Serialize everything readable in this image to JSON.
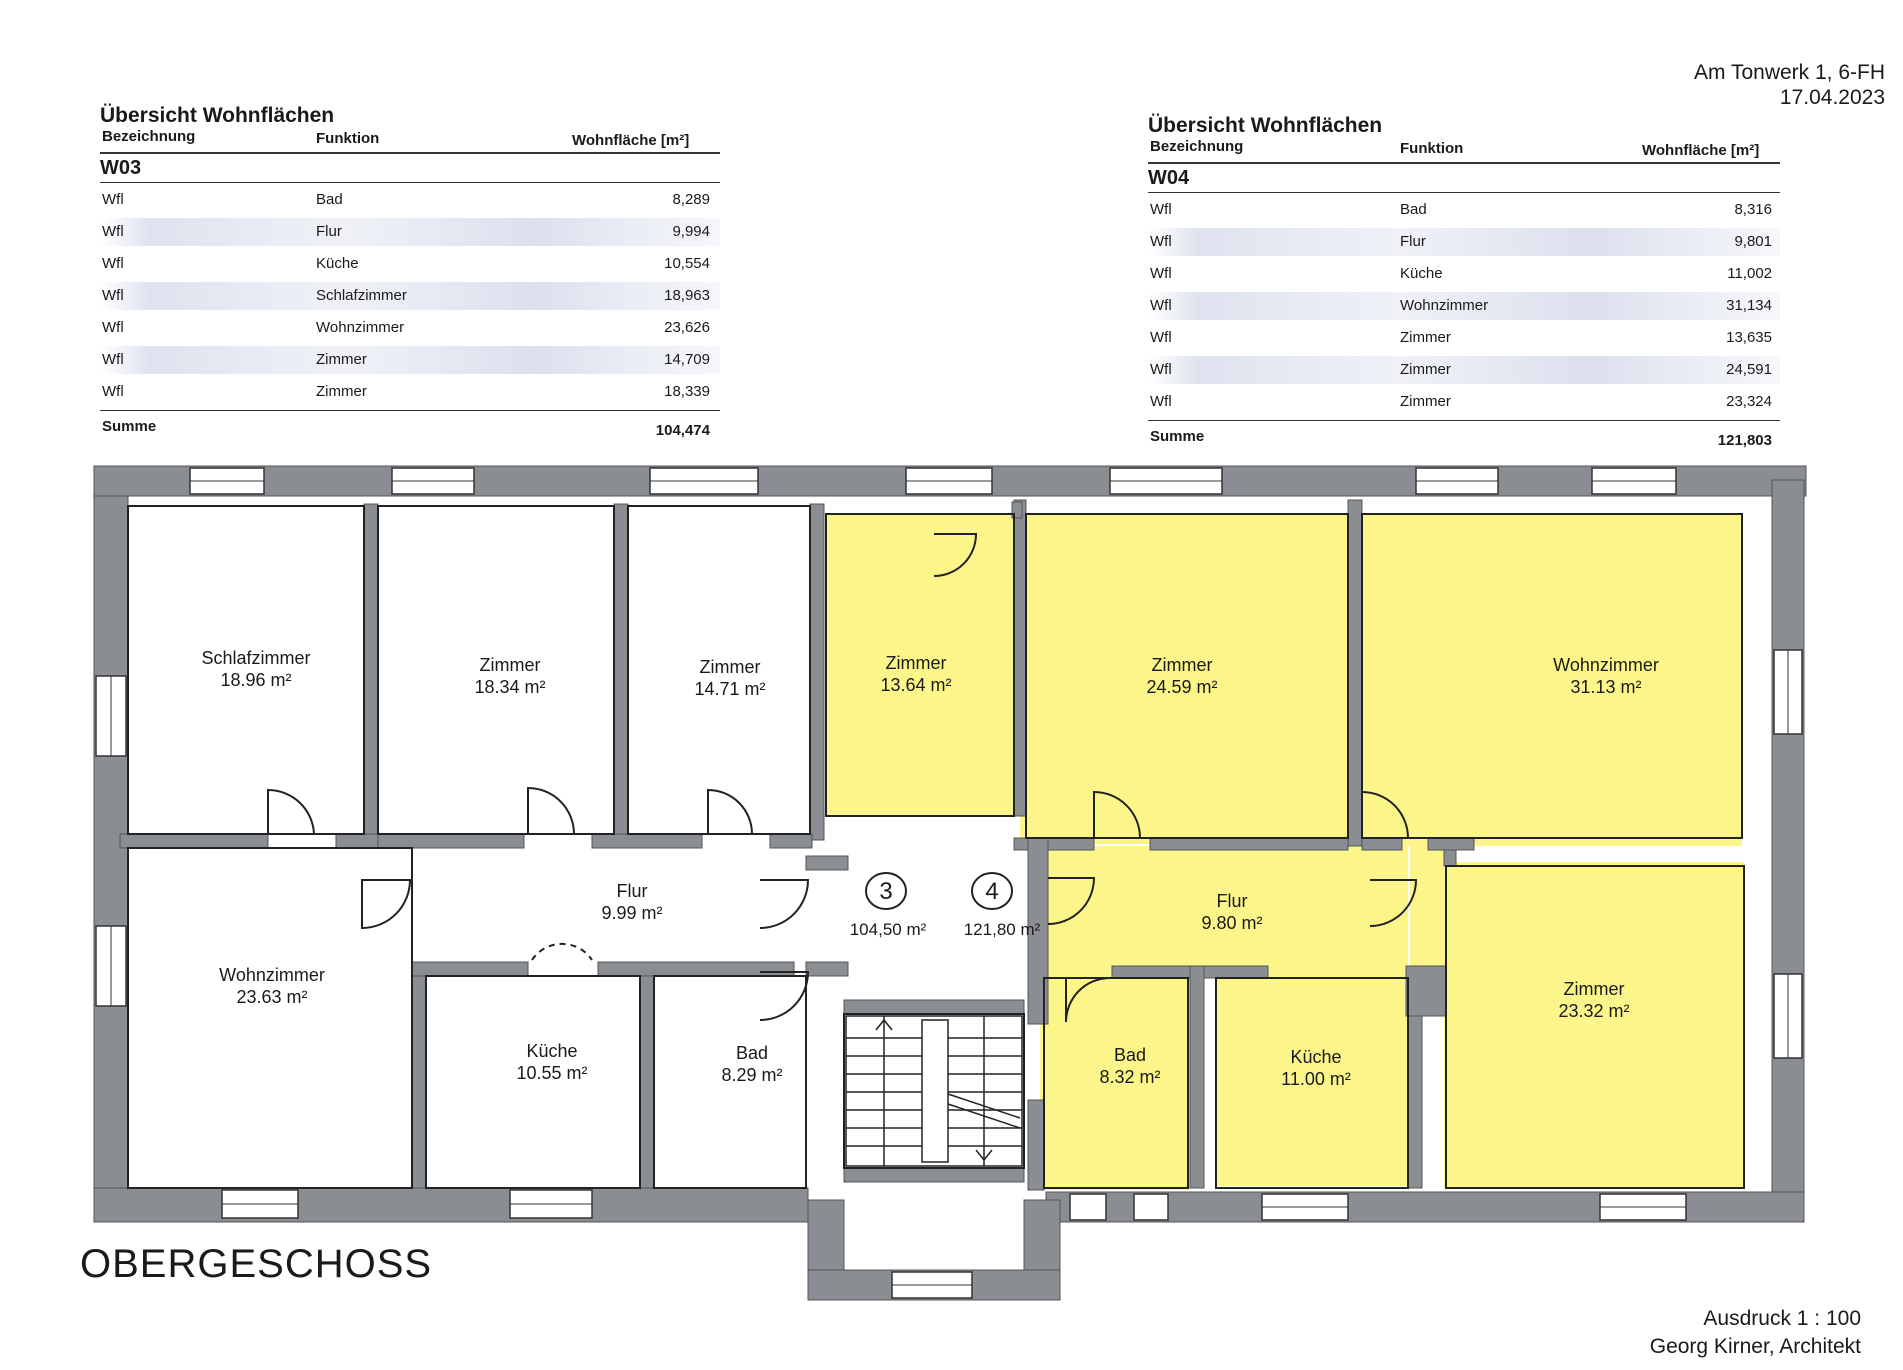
{
  "header": {
    "address": "Am Tonwerk 1, 6-FH",
    "date": "17.04.2023"
  },
  "tables": [
    {
      "title": "Übersicht Wohnflächen",
      "col_bezeichnung": "Bezeichnung",
      "col_funktion": "Funktion",
      "col_flaeche": "Wohnfläche [m²]",
      "unit": "W03",
      "rows": [
        {
          "bez": "Wfl",
          "funktion": "Bad",
          "flaeche": "8,289"
        },
        {
          "bez": "Wfl",
          "funktion": "Flur",
          "flaeche": "9,994"
        },
        {
          "bez": "Wfl",
          "funktion": "Küche",
          "flaeche": "10,554"
        },
        {
          "bez": "Wfl",
          "funktion": "Schlafzimmer",
          "flaeche": "18,963"
        },
        {
          "bez": "Wfl",
          "funktion": "Wohnzimmer",
          "flaeche": "23,626"
        },
        {
          "bez": "Wfl",
          "funktion": "Zimmer",
          "flaeche": "14,709"
        },
        {
          "bez": "Wfl",
          "funktion": "Zimmer",
          "flaeche": "18,339"
        }
      ],
      "sum_label": "Summe",
      "sum_value": "104,474"
    },
    {
      "title": "Übersicht Wohnflächen",
      "col_bezeichnung": "Bezeichnung",
      "col_funktion": "Funktion",
      "col_flaeche": "Wohnfläche [m²]",
      "unit": "W04",
      "rows": [
        {
          "bez": "Wfl",
          "funktion": "Bad",
          "flaeche": "8,316"
        },
        {
          "bez": "Wfl",
          "funktion": "Flur",
          "flaeche": "9,801"
        },
        {
          "bez": "Wfl",
          "funktion": "Küche",
          "flaeche": "11,002"
        },
        {
          "bez": "Wfl",
          "funktion": "Wohnzimmer",
          "flaeche": "31,134"
        },
        {
          "bez": "Wfl",
          "funktion": "Zimmer",
          "flaeche": "13,635"
        },
        {
          "bez": "Wfl",
          "funktion": "Zimmer",
          "flaeche": "24,591"
        },
        {
          "bez": "Wfl",
          "funktion": "Zimmer",
          "flaeche": "23,324"
        }
      ],
      "sum_label": "Summe",
      "sum_value": "121,803"
    }
  ],
  "rooms": {
    "w03_schlafzimmer": {
      "name": "Schlafzimmer",
      "area": "18.96 m²"
    },
    "w03_zimmer_a": {
      "name": "Zimmer",
      "area": "18.34 m²"
    },
    "w03_zimmer_b": {
      "name": "Zimmer",
      "area": "14.71 m²"
    },
    "w03_flur": {
      "name": "Flur",
      "area": "9.99 m²"
    },
    "w03_wohnzimmer": {
      "name": "Wohnzimmer",
      "area": "23.63 m²"
    },
    "w03_kueche": {
      "name": "Küche",
      "area": "10.55 m²"
    },
    "w03_bad": {
      "name": "Bad",
      "area": "8.29 m²"
    },
    "w04_zimmer_a": {
      "name": "Zimmer",
      "area": "13.64 m²"
    },
    "w04_zimmer_b": {
      "name": "Zimmer",
      "area": "24.59 m²"
    },
    "w04_wohnzimmer": {
      "name": "Wohnzimmer",
      "area": "31.13 m²"
    },
    "w04_flur": {
      "name": "Flur",
      "area": "9.80 m²"
    },
    "w04_bad": {
      "name": "Bad",
      "area": "8.32 m²"
    },
    "w04_kueche": {
      "name": "Küche",
      "area": "11.00 m²"
    },
    "w04_zimmer_c": {
      "name": "Zimmer",
      "area": "23.32 m²"
    }
  },
  "units": {
    "u3": {
      "number": "3",
      "area": "104,50 m²"
    },
    "u4": {
      "number": "4",
      "area": "121,80 m²"
    }
  },
  "colors": {
    "highlight": "#fbf58a",
    "wall": "#8a8d92",
    "ink": "#1a1a1a"
  },
  "floor_title": "OBERGESCHOSS",
  "footer": {
    "scale": "Ausdruck 1 : 100",
    "architect": "Georg Kirner, Architekt"
  }
}
